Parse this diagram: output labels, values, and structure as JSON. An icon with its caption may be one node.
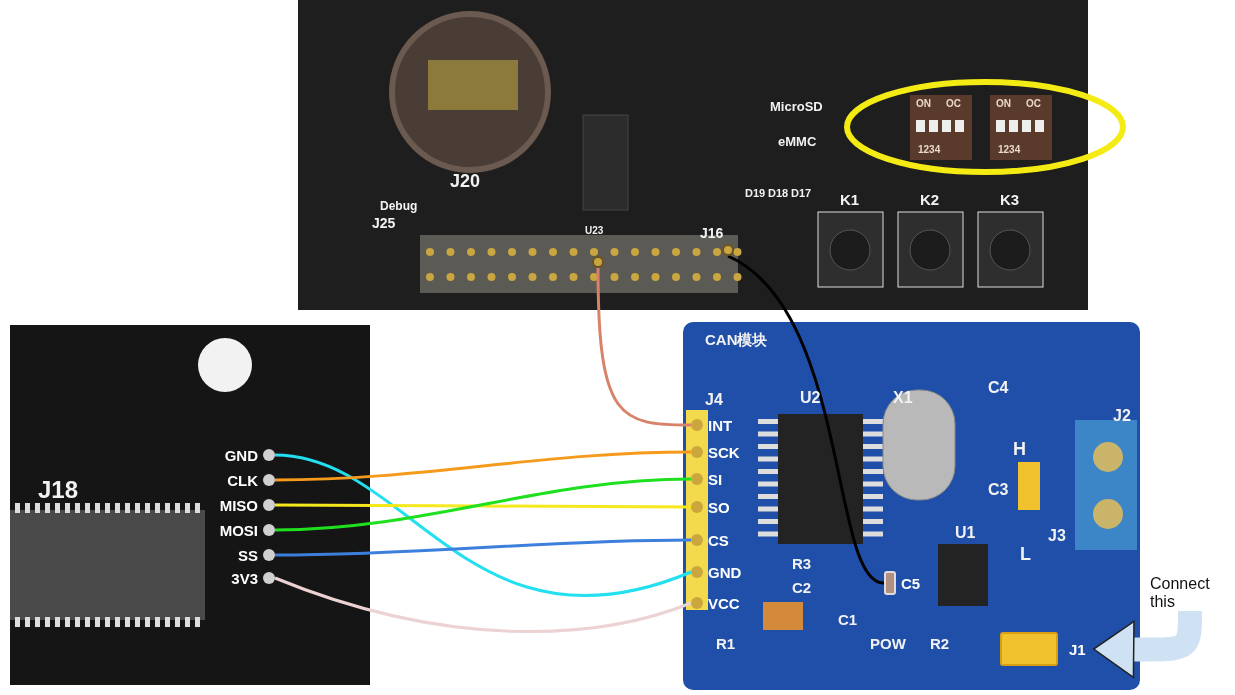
{
  "diagram": {
    "nodes": [
      {
        "text": [],
        "shape": "box"
      },
      {
        "text": [],
        "shape": "circle",
        "in": 0
      },
      {
        "text": [],
        "shape": "circle",
        "in": 0
      },
      {
        "text": [],
        "shape": "box"
      },
      {
        "text": [
          "GND"
        ],
        "in": 3
      },
      {
        "text": [
          "CLK"
        ],
        "in": 3
      },
      {
        "text": [
          "MISO"
        ],
        "in": 3
      },
      {
        "text": [
          "MOSI"
        ],
        "in": 3
      },
      {
        "text": [
          "SS"
        ],
        "in": 3
      },
      {
        "text": [
          "3V3"
        ],
        "in": 3
      },
      {
        "text": [],
        "shape": "box"
      },
      {
        "text": [
          "INT"
        ],
        "in": 10
      },
      {
        "text": [
          "SCK"
        ],
        "in": 10
      },
      {
        "text": [
          "SI"
        ],
        "in": 10
      },
      {
        "text": [
          "SO"
        ],
        "in": 10
      },
      {
        "text": [
          "CS"
        ],
        "in": 10
      },
      {
        "text": [
          "GND"
        ],
        "in": 10
      },
      {
        "text": [
          "VCC"
        ],
        "in": 10
      },
      {
        "text": [
          "C5"
        ],
        "in": 10
      },
      {
        "text": [
          "J1"
        ],
        "in": 10
      },
      {
        "text": [
          "Connect this"
        ]
      }
    ],
    "edges": [
      {
        "from": 1,
        "to": 11,
        "arrow": "none",
        "color": "#d9826a"
      },
      {
        "from": 2,
        "to": 18,
        "arrow": "none",
        "color": "#000000"
      },
      {
        "from": 4,
        "to": 16,
        "arrow": "none",
        "color": "#22e0f0"
      },
      {
        "from": 5,
        "to": 12,
        "arrow": "none",
        "color": "#f59a1c"
      },
      {
        "from": 6,
        "to": 14,
        "arrow": "none",
        "color": "#f5e81c"
      },
      {
        "from": 7,
        "to": 13,
        "arrow": "none",
        "color": "#1ee01e"
      },
      {
        "from": 8,
        "to": 15,
        "arrow": "none",
        "color": "#3d7fdc"
      },
      {
        "from": 9,
        "to": 17,
        "arrow": "none",
        "color": "#ecd2d2"
      },
      {
        "from": 20,
        "to": 19,
        "arrow": "to",
        "style": "thick",
        "color": "#cfe2f3"
      }
    ],
    "labels": [
      "J20",
      "Debug",
      "J25",
      "U23",
      "J16",
      "D19",
      "D18",
      "D17",
      "MicroSD",
      "eMMC",
      "ON",
      "OC",
      "1234",
      "ON",
      "OC",
      "1234",
      "K1",
      "K2",
      "K3",
      "J18",
      "CAN模块",
      "J4",
      "U2",
      "X1",
      "C4",
      "H",
      "C3",
      "U1",
      "J3",
      "J2",
      "L",
      "R3",
      "C2",
      "C1",
      "R1",
      "POW",
      "R2"
    ]
  }
}
